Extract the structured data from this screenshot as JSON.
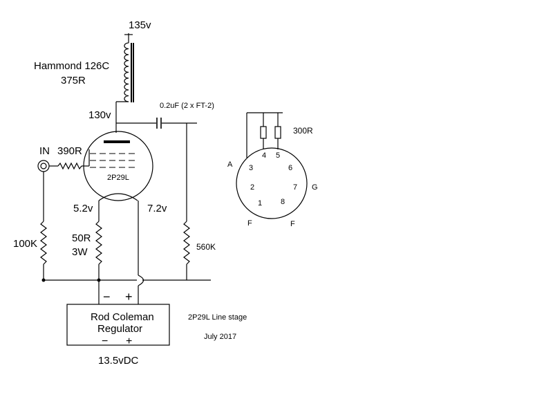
{
  "labels": {
    "supply_voltage": "135v",
    "transformer_model": "Hammond 126C",
    "transformer_resistance": "375R",
    "plate_voltage": "130v",
    "coupling_cap": "0.2uF (2 x FT-2)",
    "input_label": "IN",
    "grid_stopper": "390R",
    "tube_type": "2P29L",
    "filament_left_voltage": "5.2v",
    "filament_right_voltage": "7.2v",
    "grid_leak": "100K",
    "filament_resistor_value": "50R",
    "filament_resistor_power": "3W",
    "output_load": "560K",
    "minus_sign": "−",
    "plus_sign": "+",
    "regulator_line1": "Rod Coleman",
    "regulator_line2": "Regulator",
    "regulator_input": "13.5vDC",
    "title": "2P29L Line stage",
    "date": "July 2017"
  },
  "pinout": {
    "resistor_value": "300R",
    "pins": {
      "p1": "1",
      "p2": "2",
      "p3": "3",
      "p4": "4",
      "p5": "5",
      "p6": "6",
      "p7": "7",
      "p8": "8"
    },
    "tags": {
      "anode": "A",
      "grid": "G",
      "filament_left": "F",
      "filament_right": "F"
    }
  }
}
